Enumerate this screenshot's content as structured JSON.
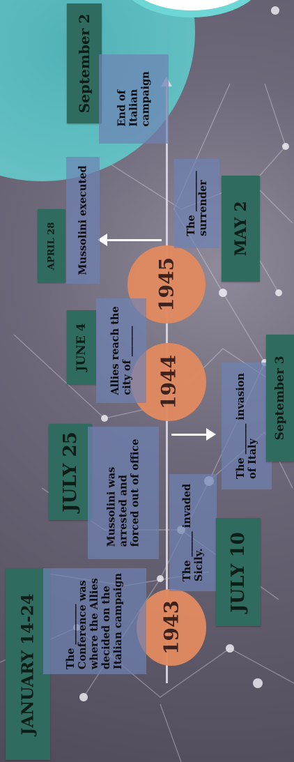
{
  "years": [
    "1943",
    "1944",
    "1945"
  ],
  "dates": {
    "jan": "JANUARY 14-24",
    "jul10": "JULY 10",
    "jul25": "JULY 25",
    "sep3": "September 3",
    "jun4": "JUNE 4",
    "apr28": "APRIL 28",
    "may2": "MAY 2",
    "sep2": "September 2"
  },
  "events": {
    "jan": [
      "The ________",
      "Conference was",
      "where the Allies",
      "decided on the",
      "Italian campaign"
    ],
    "jul10": [
      "The _____ invaded",
      "Sicily."
    ],
    "jul25": [
      "Mussolini  was",
      "arrested and",
      "forced out of office"
    ],
    "sep3": [
      "The ______ invasion",
      "of Italy"
    ],
    "jun4": [
      "Allies reach the",
      "city of ______"
    ],
    "apr28": [
      "Mussolini executed"
    ],
    "may2": [
      "The ________",
      "surrender"
    ],
    "sep2": [
      "End of",
      "Italian",
      "campaign"
    ]
  },
  "colors": {
    "orange": "#e08a61",
    "green": "#2f6b5e",
    "teal": "#5fc6c7",
    "blue": "#6e82b4"
  }
}
